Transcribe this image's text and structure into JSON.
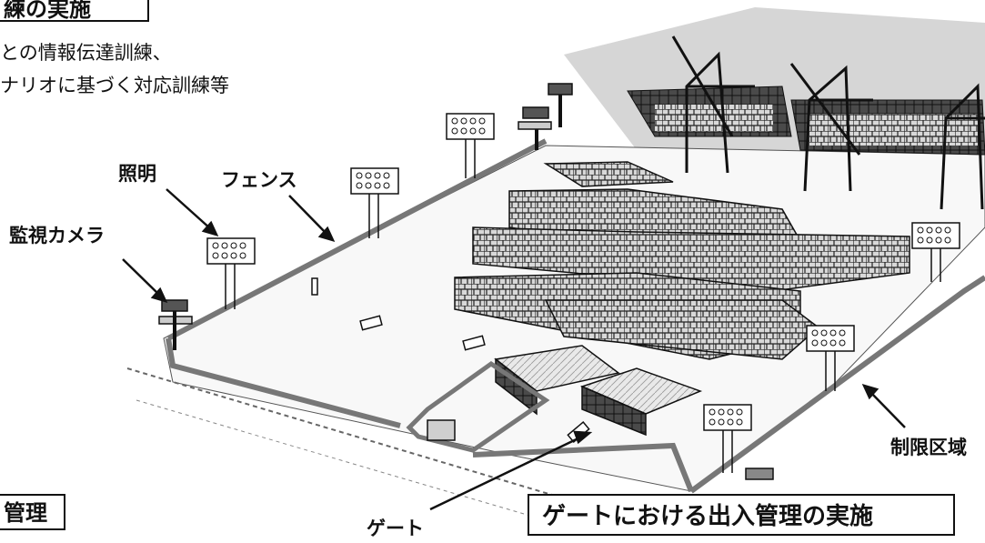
{
  "top_box": {
    "title": "練の実施"
  },
  "bullets": [
    "との情報伝達訓練、",
    "ナリオに基づく対応訓練等"
  ],
  "bottom_left_box": {
    "title": "管理"
  },
  "bottom_right_box": {
    "title": "ゲートにおける出入管理の実施"
  },
  "labels": {
    "lighting": "照明",
    "fence": "フェンス",
    "camera": "監視カメラ",
    "gate": "ゲート",
    "restricted_area": "制限区域"
  }
}
